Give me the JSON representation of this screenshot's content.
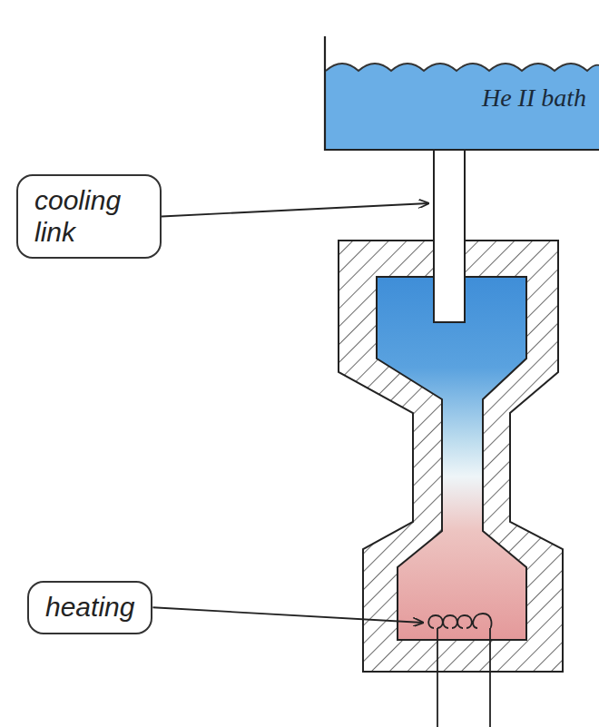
{
  "diagram": {
    "nodes": [
      {
        "text": [
          "cooling link"
        ]
      },
      {
        "text": [
          "heating"
        ]
      }
    ],
    "labels": [
      "He II bath"
    ]
  }
}
